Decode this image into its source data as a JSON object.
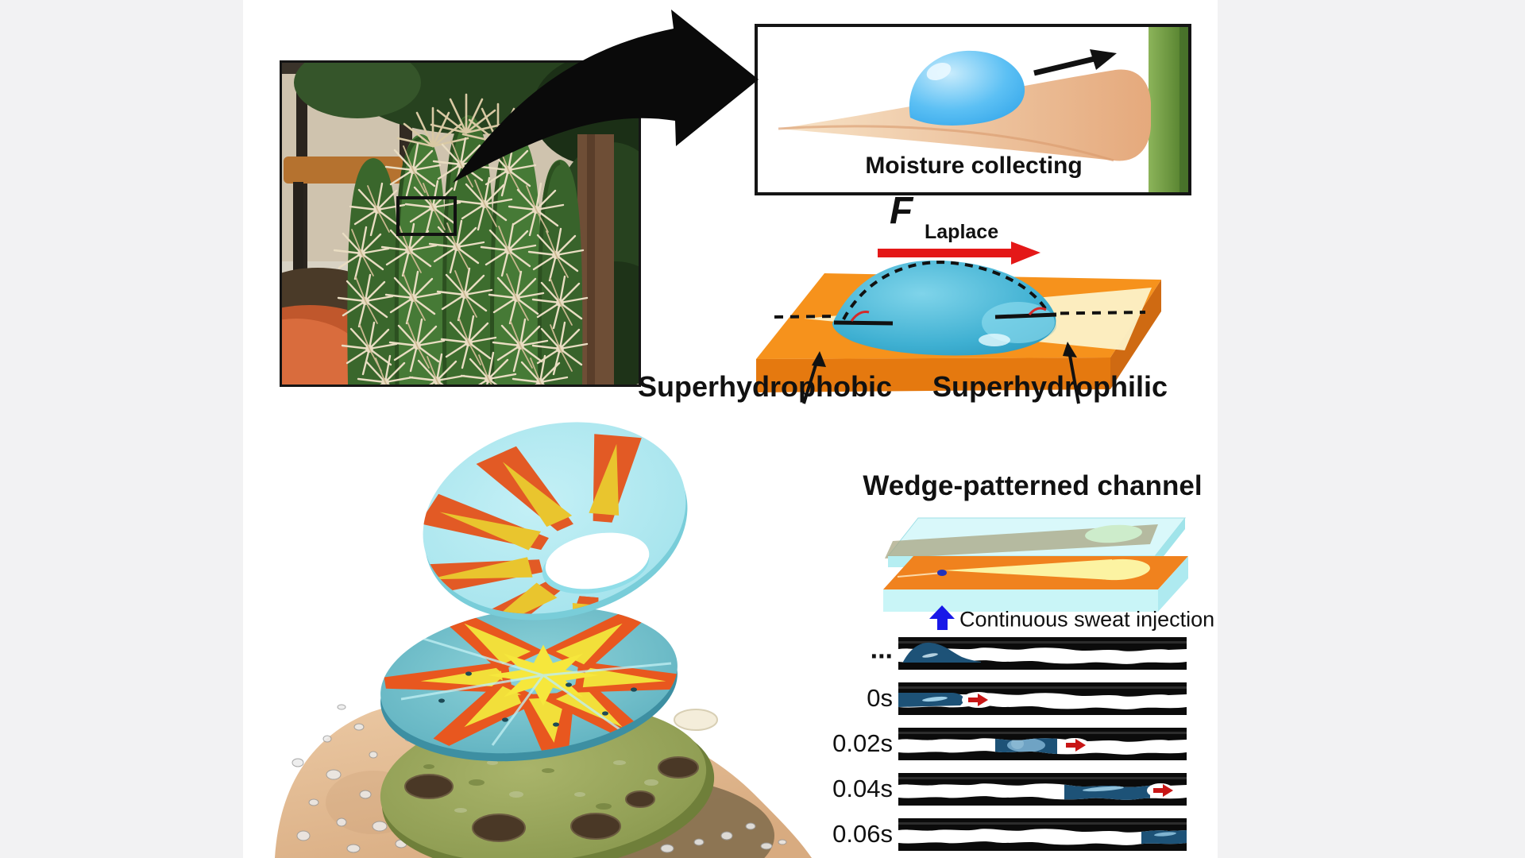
{
  "figure": {
    "title_hint": "Cactus-spine-inspired sweat-collecting wearable device graphical abstract",
    "moisture_panel": {
      "label": "Moisture collecting"
    },
    "laplace": {
      "symbol": "F",
      "subscript": "Laplace"
    },
    "surface_labels": {
      "left": "Superhydrophobic",
      "right": "Superhydrophilic"
    },
    "wedge_section": {
      "title": "Wedge-patterned channel",
      "injection_label": "Continuous sweat injection"
    },
    "timeseries": {
      "rows": [
        {
          "label": "..."
        },
        {
          "label": "0s"
        },
        {
          "label": "0.02s"
        },
        {
          "label": "0.04s"
        },
        {
          "label": "0.06s"
        }
      ]
    },
    "icons": [
      "swoosh-arrow-icon",
      "motion-arrow-icon",
      "laplace-arrow-icon",
      "annotation-arrow-icon",
      "injection-arrow-icon",
      "flow-arrow-icon"
    ],
    "colors": {
      "background": "#f2f2f3",
      "panel_border": "#151515",
      "spine_tan": "#eab285",
      "cactus_green": "#3d6d2e",
      "droplet_blue": "#3fb3f2",
      "laplace_red": "#e41818",
      "slab_orange": "#f6921c",
      "wedge_cream": "#fcf0c6",
      "lid_cyan": "#c9f5f7",
      "channel_yellow": "#fcf3a2",
      "liquid_navy": "#1d5277",
      "flow_arrow_red": "#c81616",
      "device_disc_cyan": "#aee8f0",
      "device_ray_orange": "#e25a25",
      "device_ray_yellow": "#f2df3a",
      "adhesive_olive": "#8e9c50",
      "skin_tan": "#e2b992",
      "injection_blue": "#1818e8"
    }
  }
}
